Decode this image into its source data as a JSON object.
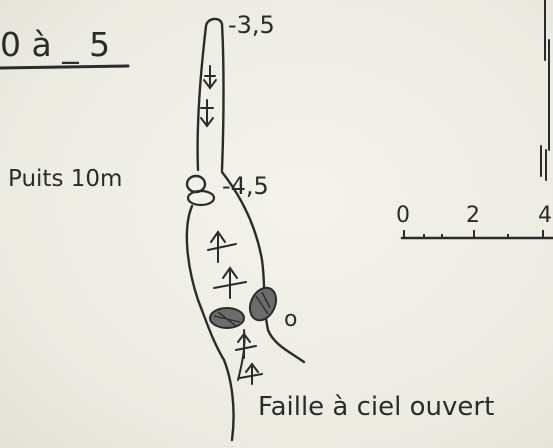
{
  "sketch": {
    "header_fragment": "0 à _ 5",
    "depth_top": "-3,5",
    "depth_mid": "-4,5",
    "label_shaft": "Puits 10m",
    "label_marker": "o",
    "label_fault": "Faille à ciel ouvert"
  },
  "scale_bar": {
    "ticks": [
      "0",
      "2",
      "4"
    ]
  },
  "colors": {
    "ink": "#2b2b2b",
    "paper": "#efeee6",
    "rock_fill": "#6c6c6c"
  }
}
